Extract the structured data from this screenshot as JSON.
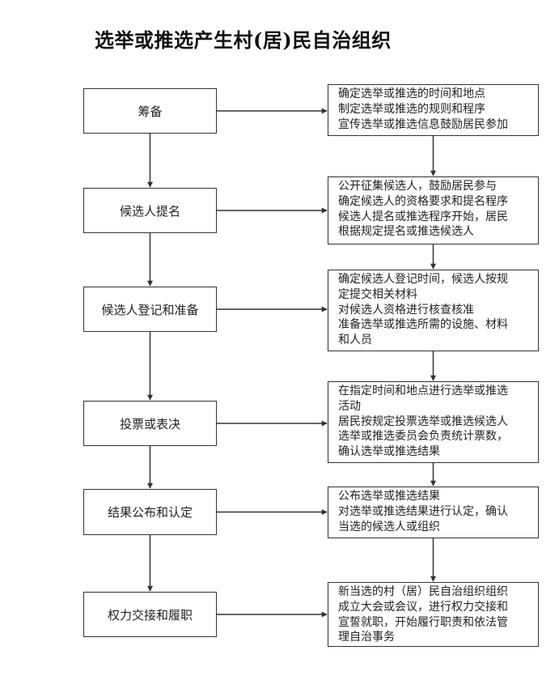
{
  "title": "选举或推选产生村(居)民自治组织",
  "steps": [
    {
      "label": "筹备",
      "details": [
        "确定选举或推选的时间和地点",
        "制定选举或推选的规则和程序",
        "宣传选举或推选信息鼓励居民参加"
      ]
    },
    {
      "label": "候选人提名",
      "details": [
        "公开征集候选人，鼓励居民参与",
        "确定候选人的资格要求和提名程序",
        "候选人提名或推选程序开始，居民",
        "根据规定提名或推选候选人"
      ]
    },
    {
      "label": "候选人登记和准备",
      "details": [
        "确定候选人登记时间，候选人按规",
        "定提交相关材料",
        "对候选人资格进行核查核准",
        "准备选举或推选所需的设施、材料",
        "和人员"
      ]
    },
    {
      "label": "投票或表决",
      "details": [
        "在指定时间和地点进行选举或推选",
        "活动",
        "居民按规定投票选举或推选候选人",
        "选举或推选委员会负责统计票数，",
        "确认选举或推选结果"
      ]
    },
    {
      "label": "结果公布和认定",
      "details": [
        "公布选举或推选结果",
        "对选举或推选结果进行认定，确认",
        "当选的候选人或组织"
      ]
    },
    {
      "label": "权力交接和履职",
      "details": [
        "新当选的村（居）民自治组织组织",
        "成立大会或会议，进行权力交接和",
        "宣誓就职，开始履行职责和依法管",
        "理自治事务"
      ]
    }
  ]
}
